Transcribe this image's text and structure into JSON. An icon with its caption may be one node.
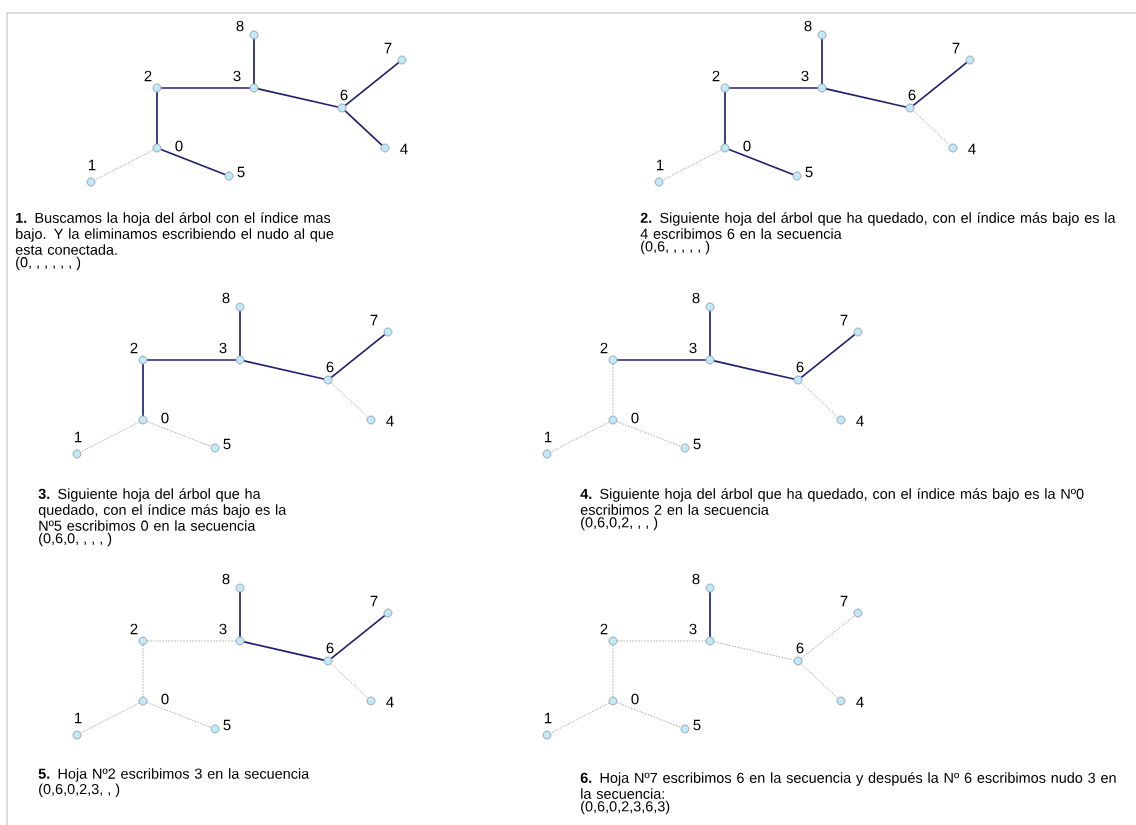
{
  "diagram": {
    "nodes": [
      {
        "text": [],
        "shape": "circle",
        "beside": [
          "8"
        ]
      },
      {
        "text": [],
        "shape": "circle",
        "beside": [
          "2"
        ]
      },
      {
        "text": [],
        "shape": "circle",
        "beside": [
          "3"
        ]
      },
      {
        "text": [],
        "shape": "circle",
        "beside": [
          "7"
        ]
      },
      {
        "text": [],
        "shape": "circle",
        "beside": [
          "6"
        ]
      },
      {
        "text": [],
        "shape": "circle",
        "beside": [
          "0"
        ]
      },
      {
        "text": [],
        "shape": "circle",
        "beside": [
          "4"
        ]
      },
      {
        "text": [],
        "shape": "circle",
        "beside": [
          "1"
        ]
      },
      {
        "text": [],
        "shape": "circle",
        "beside": [
          "5"
        ]
      },
      {
        "text": [],
        "shape": "circle",
        "beside": [
          "8"
        ]
      },
      {
        "text": [],
        "shape": "circle",
        "beside": [
          "2"
        ]
      },
      {
        "text": [],
        "shape": "circle",
        "beside": [
          "3"
        ]
      },
      {
        "text": [],
        "shape": "circle",
        "beside": [
          "7"
        ]
      },
      {
        "text": [],
        "shape": "circle",
        "beside": [
          "6"
        ]
      },
      {
        "text": [],
        "shape": "circle",
        "beside": [
          "0"
        ]
      },
      {
        "text": [],
        "shape": "circle",
        "beside": [
          "4"
        ]
      },
      {
        "text": [],
        "shape": "circle",
        "beside": [
          "1"
        ]
      },
      {
        "text": [],
        "shape": "circle",
        "beside": [
          "5"
        ]
      },
      {
        "text": [],
        "shape": "circle",
        "beside": [
          "8"
        ]
      },
      {
        "text": [],
        "shape": "circle",
        "beside": [
          "2"
        ]
      },
      {
        "text": [],
        "shape": "circle",
        "beside": [
          "3"
        ]
      },
      {
        "text": [],
        "shape": "circle",
        "beside": [
          "7"
        ]
      },
      {
        "text": [],
        "shape": "circle",
        "beside": [
          "6"
        ]
      },
      {
        "text": [],
        "shape": "circle",
        "beside": [
          "0"
        ]
      },
      {
        "text": [],
        "shape": "circle",
        "beside": [
          "4"
        ]
      },
      {
        "text": [],
        "shape": "circle",
        "beside": [
          "1"
        ]
      },
      {
        "text": [],
        "shape": "circle",
        "beside": [
          "5"
        ]
      },
      {
        "text": [],
        "shape": "circle",
        "beside": [
          "8"
        ]
      },
      {
        "text": [],
        "shape": "circle",
        "beside": [
          "2"
        ]
      },
      {
        "text": [],
        "shape": "circle",
        "beside": [
          "3"
        ]
      },
      {
        "text": [],
        "shape": "circle",
        "beside": [
          "7"
        ]
      },
      {
        "text": [],
        "shape": "circle",
        "beside": [
          "6"
        ]
      },
      {
        "text": [],
        "shape": "circle",
        "beside": [
          "0"
        ]
      },
      {
        "text": [],
        "shape": "circle",
        "beside": [
          "4"
        ]
      },
      {
        "text": [],
        "shape": "circle",
        "beside": [
          "1"
        ]
      },
      {
        "text": [],
        "shape": "circle",
        "beside": [
          "5"
        ]
      },
      {
        "text": [],
        "shape": "circle",
        "beside": [
          "8"
        ]
      },
      {
        "text": [],
        "shape": "circle",
        "beside": [
          "2"
        ]
      },
      {
        "text": [],
        "shape": "circle",
        "beside": [
          "3"
        ]
      },
      {
        "text": [],
        "shape": "circle",
        "beside": [
          "7"
        ]
      },
      {
        "text": [],
        "shape": "circle",
        "beside": [
          "6"
        ]
      },
      {
        "text": [],
        "shape": "circle",
        "beside": [
          "0"
        ]
      },
      {
        "text": [],
        "shape": "circle",
        "beside": [
          "4"
        ]
      },
      {
        "text": [],
        "shape": "circle",
        "beside": [
          "1"
        ]
      },
      {
        "text": [],
        "shape": "circle",
        "beside": [
          "5"
        ]
      },
      {
        "text": [],
        "shape": "circle",
        "beside": [
          "8"
        ]
      },
      {
        "text": [],
        "shape": "circle",
        "beside": [
          "2"
        ]
      },
      {
        "text": [],
        "shape": "circle",
        "beside": [
          "3"
        ]
      },
      {
        "text": [],
        "shape": "circle",
        "beside": [
          "7"
        ]
      },
      {
        "text": [],
        "shape": "circle",
        "beside": [
          "6"
        ]
      },
      {
        "text": [],
        "shape": "circle",
        "beside": [
          "0"
        ]
      },
      {
        "text": [],
        "shape": "circle",
        "beside": [
          "4"
        ]
      },
      {
        "text": [],
        "shape": "circle",
        "beside": [
          "1"
        ]
      },
      {
        "text": [],
        "shape": "circle",
        "beside": [
          "5"
        ]
      }
    ],
    "edges": [
      {
        "from": 1,
        "to": 5,
        "arrow": "none"
      },
      {
        "from": 5,
        "to": 7,
        "arrow": "none",
        "style": "dashed",
        "color": "#808080"
      },
      {
        "from": 5,
        "to": 8,
        "arrow": "none"
      },
      {
        "from": 1,
        "to": 2,
        "arrow": "none"
      },
      {
        "from": 2,
        "to": 0,
        "arrow": "none"
      },
      {
        "from": 2,
        "to": 4,
        "arrow": "none"
      },
      {
        "from": 4,
        "to": 3,
        "arrow": "none"
      },
      {
        "from": 4,
        "to": 6,
        "arrow": "none"
      },
      {
        "from": 10,
        "to": 14,
        "arrow": "none"
      },
      {
        "from": 14,
        "to": 16,
        "arrow": "none",
        "style": "dashed",
        "color": "#808080"
      },
      {
        "from": 14,
        "to": 17,
        "arrow": "none"
      },
      {
        "from": 10,
        "to": 11,
        "arrow": "none"
      },
      {
        "from": 11,
        "to": 9,
        "arrow": "none"
      },
      {
        "from": 11,
        "to": 13,
        "arrow": "none"
      },
      {
        "from": 13,
        "to": 12,
        "arrow": "none"
      },
      {
        "from": 13,
        "to": 15,
        "arrow": "none",
        "style": "dashed",
        "color": "#808080"
      },
      {
        "from": 19,
        "to": 23,
        "arrow": "none"
      },
      {
        "from": 23,
        "to": 25,
        "arrow": "none",
        "style": "dashed",
        "color": "#808080"
      },
      {
        "from": 23,
        "to": 26,
        "arrow": "none",
        "style": "dashed",
        "color": "#808080"
      },
      {
        "from": 19,
        "to": 20,
        "arrow": "none"
      },
      {
        "from": 20,
        "to": 18,
        "arrow": "none"
      },
      {
        "from": 20,
        "to": 22,
        "arrow": "none"
      },
      {
        "from": 22,
        "to": 21,
        "arrow": "none"
      },
      {
        "from": 22,
        "to": 24,
        "arrow": "none",
        "style": "dashed",
        "color": "#808080"
      },
      {
        "from": 28,
        "to": 32,
        "arrow": "none",
        "style": "dashed",
        "color": "#808080"
      },
      {
        "from": 32,
        "to": 34,
        "arrow": "none",
        "style": "dashed",
        "color": "#808080"
      },
      {
        "from": 32,
        "to": 35,
        "arrow": "none",
        "style": "dashed",
        "color": "#808080"
      },
      {
        "from": 28,
        "to": 29,
        "arrow": "none"
      },
      {
        "from": 29,
        "to": 27,
        "arrow": "none"
      },
      {
        "from": 29,
        "to": 31,
        "arrow": "none"
      },
      {
        "from": 31,
        "to": 30,
        "arrow": "none"
      },
      {
        "from": 31,
        "to": 33,
        "arrow": "none",
        "style": "dashed",
        "color": "#808080"
      },
      {
        "from": 37,
        "to": 41,
        "arrow": "none",
        "style": "dashed",
        "color": "#808080"
      },
      {
        "from": 41,
        "to": 43,
        "arrow": "none",
        "style": "dashed",
        "color": "#808080"
      },
      {
        "from": 41,
        "to": 44,
        "arrow": "none",
        "style": "dashed",
        "color": "#808080"
      },
      {
        "from": 37,
        "to": 38,
        "arrow": "none",
        "style": "dashed",
        "color": "#808080"
      },
      {
        "from": 38,
        "to": 36,
        "arrow": "none"
      },
      {
        "from": 38,
        "to": 40,
        "arrow": "none"
      },
      {
        "from": 40,
        "to": 39,
        "arrow": "none"
      },
      {
        "from": 40,
        "to": 42,
        "arrow": "none",
        "style": "dashed",
        "color": "#808080"
      },
      {
        "from": 46,
        "to": 50,
        "arrow": "none",
        "style": "dashed",
        "color": "#808080"
      },
      {
        "from": 50,
        "to": 52,
        "arrow": "none",
        "style": "dashed",
        "color": "#808080"
      },
      {
        "from": 50,
        "to": 53,
        "arrow": "none",
        "style": "dashed",
        "color": "#808080"
      },
      {
        "from": 46,
        "to": 47,
        "arrow": "none",
        "style": "dashed",
        "color": "#808080"
      },
      {
        "from": 47,
        "to": 45,
        "arrow": "none"
      },
      {
        "from": 47,
        "to": 49,
        "arrow": "none",
        "style": "dashed",
        "color": "#808080"
      },
      {
        "from": 49,
        "to": 48,
        "arrow": "none",
        "style": "dashed",
        "color": "#808080"
      },
      {
        "from": 49,
        "to": 51,
        "arrow": "none",
        "style": "dashed",
        "color": "#808080"
      }
    ],
    "labels": [
      "**1.** Buscamos la hoja del árbol con el índice mas bajo. Y la eliminamos  escribiendo el nudo al que esta conectada.",
      "(0, , , , , , )",
      "**2.** Siguiente hoja del árbol que ha quedado, con el índice más bajo es la 4 escribimos 6 en la secuencia",
      "(0,6, , , , , )",
      "**3.** Siguiente hoja del árbol que ha quedado, con el índice más bajo es la Nº5 escribimos 0 en la secuencia",
      "(0,6,0, , , , )",
      "**4.** Siguiente hoja del árbol que ha quedado, con el índice más bajo es la Nº0 escribimos 2 en la secuencia",
      "(0,6,0,2, , , )",
      "**5.** Hoja  Nº2 escribimos 3 en la secuencia",
      "(0,6,0,2,3, , )",
      "**6.** Hoja Nº7 escribimos 6 en la secuencia y después la Nº 6 escribimos nudo 3 en la secuencia:",
      "(0,6,0,2,3,6,3)"
    ]
  }
}
